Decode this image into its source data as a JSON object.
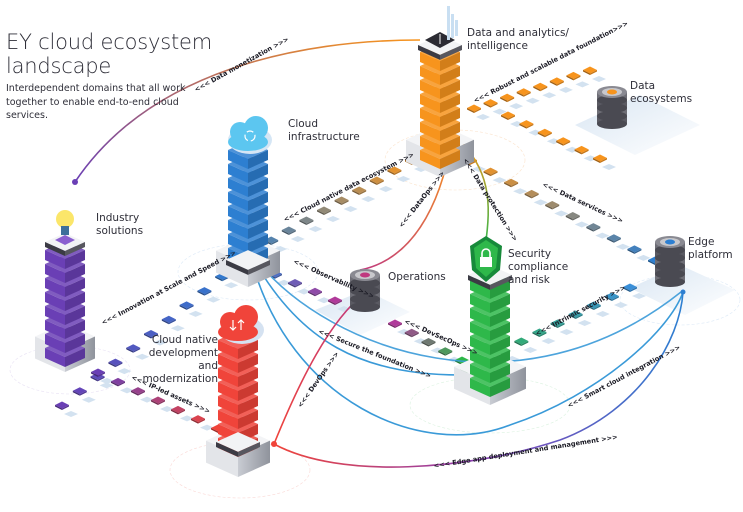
{
  "header": {
    "title_line1": "EY cloud ecosystem",
    "title_line2": "landscape",
    "subtitle": "Interdependent domains that all work together to enable end-to-end cloud services."
  },
  "nodes": [
    {
      "id": "data-analytics",
      "label": "Data and analytics/\nintelligence",
      "color": "#f7941d",
      "icon": "bar-chart-icon"
    },
    {
      "id": "data-ecosystems",
      "label": "Data\necosystems",
      "color": "#f7941d",
      "icon": "database-icon"
    },
    {
      "id": "cloud-infrastructure",
      "label": "Cloud\ninfrastructure",
      "color": "#2d7fd1",
      "icon": "cloud-sync-icon"
    },
    {
      "id": "industry-solutions",
      "label": "Industry\nsolutions",
      "color": "#7040b8",
      "icon": "lightbulb-icon"
    },
    {
      "id": "operations",
      "label": "Operations",
      "color": "#c0397f",
      "icon": "database-icon"
    },
    {
      "id": "security",
      "label": "Security\ncompliance\nand risk",
      "color": "#2eb84a",
      "icon": "shield-lock-icon"
    },
    {
      "id": "edge-platform",
      "label": "Edge\nplatform",
      "color": "#3a8fd8",
      "icon": "database-icon"
    },
    {
      "id": "cloud-native",
      "label": "Cloud native\ndevelopment and\nmodernization",
      "color": "#f0443a",
      "icon": "cloud-transfer-icon"
    }
  ],
  "flows": [
    {
      "label": "<<< Data monetization >>>"
    },
    {
      "label": "<<< Robust and scalable  data foundation>>>"
    },
    {
      "label": "<<< Cloud native data ecosystem >>>"
    },
    {
      "label": "<<< Data protection >>>"
    },
    {
      "label": "<<< DataOps >>>"
    },
    {
      "label": "<<< Data services >>>"
    },
    {
      "label": "<<< Innovation at Scale and Speed >>>"
    },
    {
      "label": "<<< Observability >>>"
    },
    {
      "label": "<<< DevSecOps >>>"
    },
    {
      "label": "<<< Secure the foundation >>>"
    },
    {
      "label": "<<< Intrinsic security >>>"
    },
    {
      "label": "<<< Smart cloud integration >>>"
    },
    {
      "label": "<<< IP-led assets >>>"
    },
    {
      "label": "<<< DevOps >>>"
    },
    {
      "label": "<<< Edge app deployment and management >>>"
    }
  ],
  "colors": {
    "orange": "#f7941d",
    "blue": "#2d7fd1",
    "purple": "#6a3fb5",
    "green": "#2eb84a",
    "red": "#f0443a",
    "magenta": "#c0397f",
    "gray_dark": "#4a4a52",
    "gray_light": "#d8dbe0"
  }
}
